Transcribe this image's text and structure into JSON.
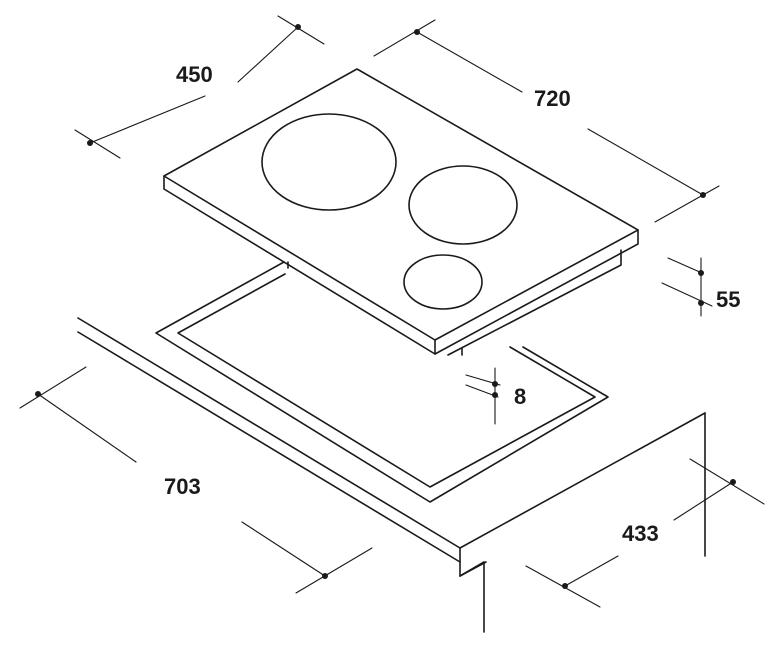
{
  "dimensions": {
    "hob_depth": "450",
    "hob_width": "720",
    "hob_height": "55",
    "cutout_gap": "8",
    "cutout_width": "703",
    "cutout_depth": "433"
  },
  "colors": {
    "line": "#1a1a1a",
    "background": "#ffffff"
  }
}
